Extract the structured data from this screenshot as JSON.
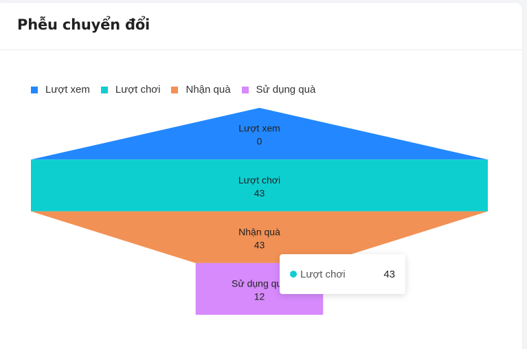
{
  "card": {
    "title": "Phễu chuyển đổi"
  },
  "chart_data": {
    "type": "funnel",
    "title": "",
    "categories": [
      "Lượt xem",
      "Lượt chơi",
      "Nhận quà",
      "Sử dụng quà"
    ],
    "values": [
      0,
      43,
      43,
      12
    ],
    "colors": [
      "#2388ff",
      "#0dcfd0",
      "#f29155",
      "#d68afc"
    ],
    "legend": {
      "placement": "top-left",
      "entries": [
        "Lượt xem",
        "Lượt chơi",
        "Nhận quà",
        "Sử dụng quà"
      ]
    }
  },
  "tooltip": {
    "label": "Lượt chơi",
    "value": "43",
    "color": "#0dcfd0"
  }
}
